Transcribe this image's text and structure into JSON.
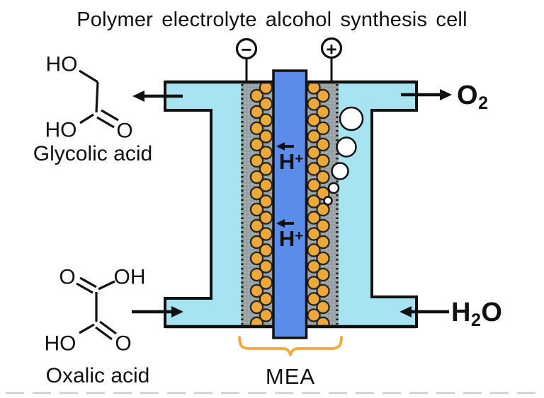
{
  "title": "Polymer electrolyte alcohol synthesis cell",
  "products": {
    "glycolic_acid": {
      "label": "Glycolic acid",
      "atom_top": "HO",
      "atom_bottom_left": "HO",
      "atom_bottom_right": "O"
    },
    "oxalic_acid": {
      "label": "Oxalic acid",
      "atom_top_left": "O",
      "atom_top_right": "OH",
      "atom_bottom_left": "HO",
      "atom_bottom_right": "O"
    }
  },
  "streams": {
    "o2": {
      "base": "O",
      "sub": "2"
    },
    "h2o": {
      "h": "H",
      "sub": "2",
      "o": "O"
    }
  },
  "cell": {
    "negative_terminal": "−",
    "positive_terminal": "+",
    "proton": {
      "base": "H",
      "sup": "+"
    },
    "mea_label": "MEA"
  },
  "colors": {
    "background": "#ffffff",
    "outline": "#111111",
    "channel": "#a8e3f1",
    "electrode": "#99a2a5",
    "electrode_texture": "#a9b2b4",
    "membrane": "#5b8ce9",
    "catalyst_dot": "#eba93c",
    "dot_outline": "#222222",
    "bubble": "#ffffff",
    "bracket": "#f2a83c"
  }
}
